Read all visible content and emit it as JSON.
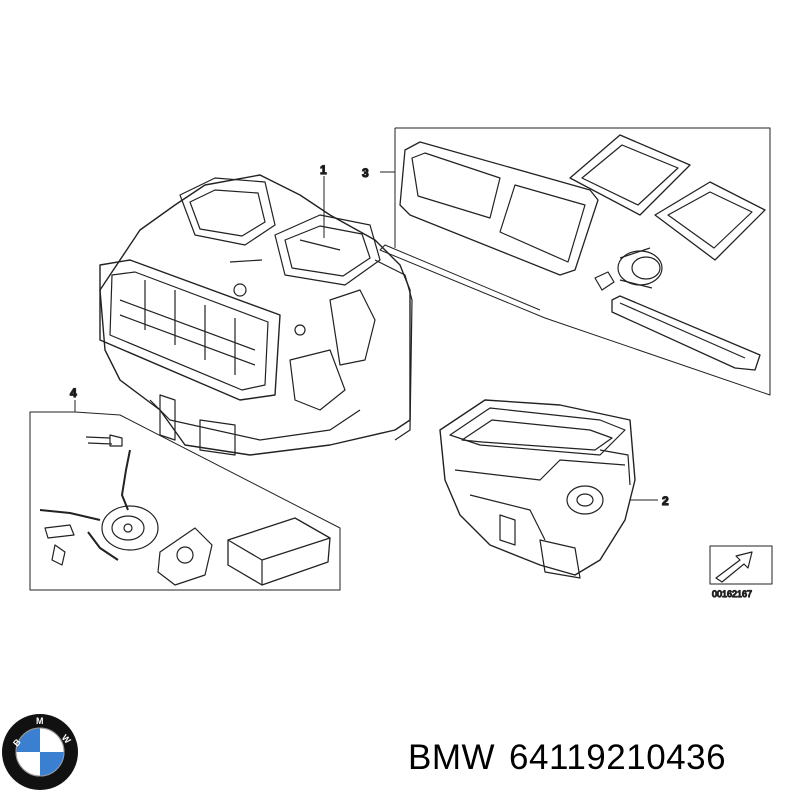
{
  "callouts": {
    "c1": "1",
    "c2": "2",
    "c3": "3",
    "c4": "4"
  },
  "reference_code": "00162167",
  "caption": {
    "brand": "BMW",
    "part_number": "64119210436"
  },
  "logo": {
    "text": "BMW",
    "colors": {
      "blue": "#3a7fd0",
      "white": "#ffffff",
      "ring": "#111111"
    }
  }
}
